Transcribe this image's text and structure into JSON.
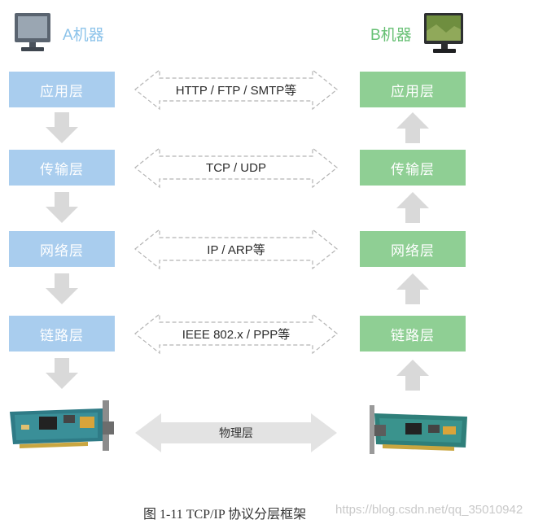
{
  "machine_a": {
    "title": "A机器",
    "icon": "computer-monitor-icon"
  },
  "machine_b": {
    "title": "B机器",
    "icon": "computer-monitor-icon"
  },
  "layers_a": [
    "应用层",
    "传输层",
    "网络层",
    "链路层"
  ],
  "layers_b": [
    "应用层",
    "传输层",
    "网络层",
    "链路层"
  ],
  "protocols": [
    "HTTP / FTP / SMTP等",
    "TCP / UDP",
    "IP / ARP等",
    "IEEE 802.x / PPP等"
  ],
  "physical": {
    "label": "物理层",
    "device_icon": "network-card-icon"
  },
  "caption": "图 1-11   TCP/IP 协议分层框架",
  "watermark": "https://blog.csdn.net/qq_35010942",
  "colors": {
    "machine_a": "#a9cdee",
    "machine_b": "#8fcf94",
    "flow_arrow": "#d9d9d9",
    "protocol_border": "#b5b5b5"
  }
}
